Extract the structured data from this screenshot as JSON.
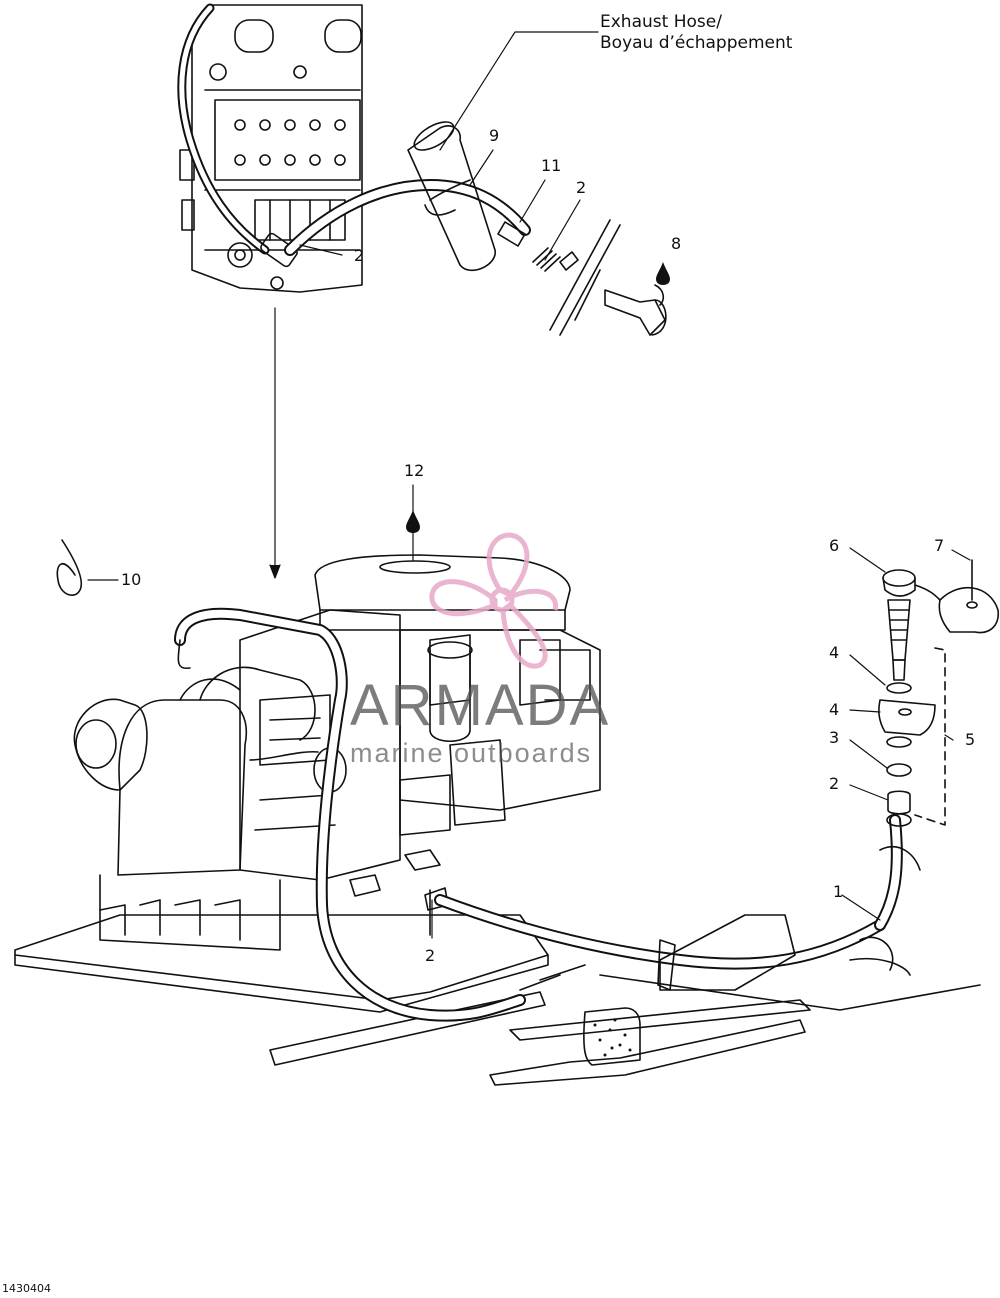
{
  "diagram": {
    "callout_title": "Exhaust Hose/",
    "callout_title_fr": "Boyau d’échappement",
    "figure_code": "1430404",
    "watermark": {
      "brand": "ARMADA",
      "tagline": "marine outboards",
      "brand_color": "#e7a9c8",
      "text_color": "#555555"
    },
    "part_labels": {
      "p1": "1",
      "p2a": "2",
      "p2b": "2",
      "p2c": "2",
      "p2d": "2",
      "p3": "3",
      "p4a": "4",
      "p4b": "4",
      "p5": "5",
      "p6": "6",
      "p7": "7",
      "p8": "8",
      "p9": "9",
      "p10": "10",
      "p11": "11",
      "p12": "12"
    }
  }
}
